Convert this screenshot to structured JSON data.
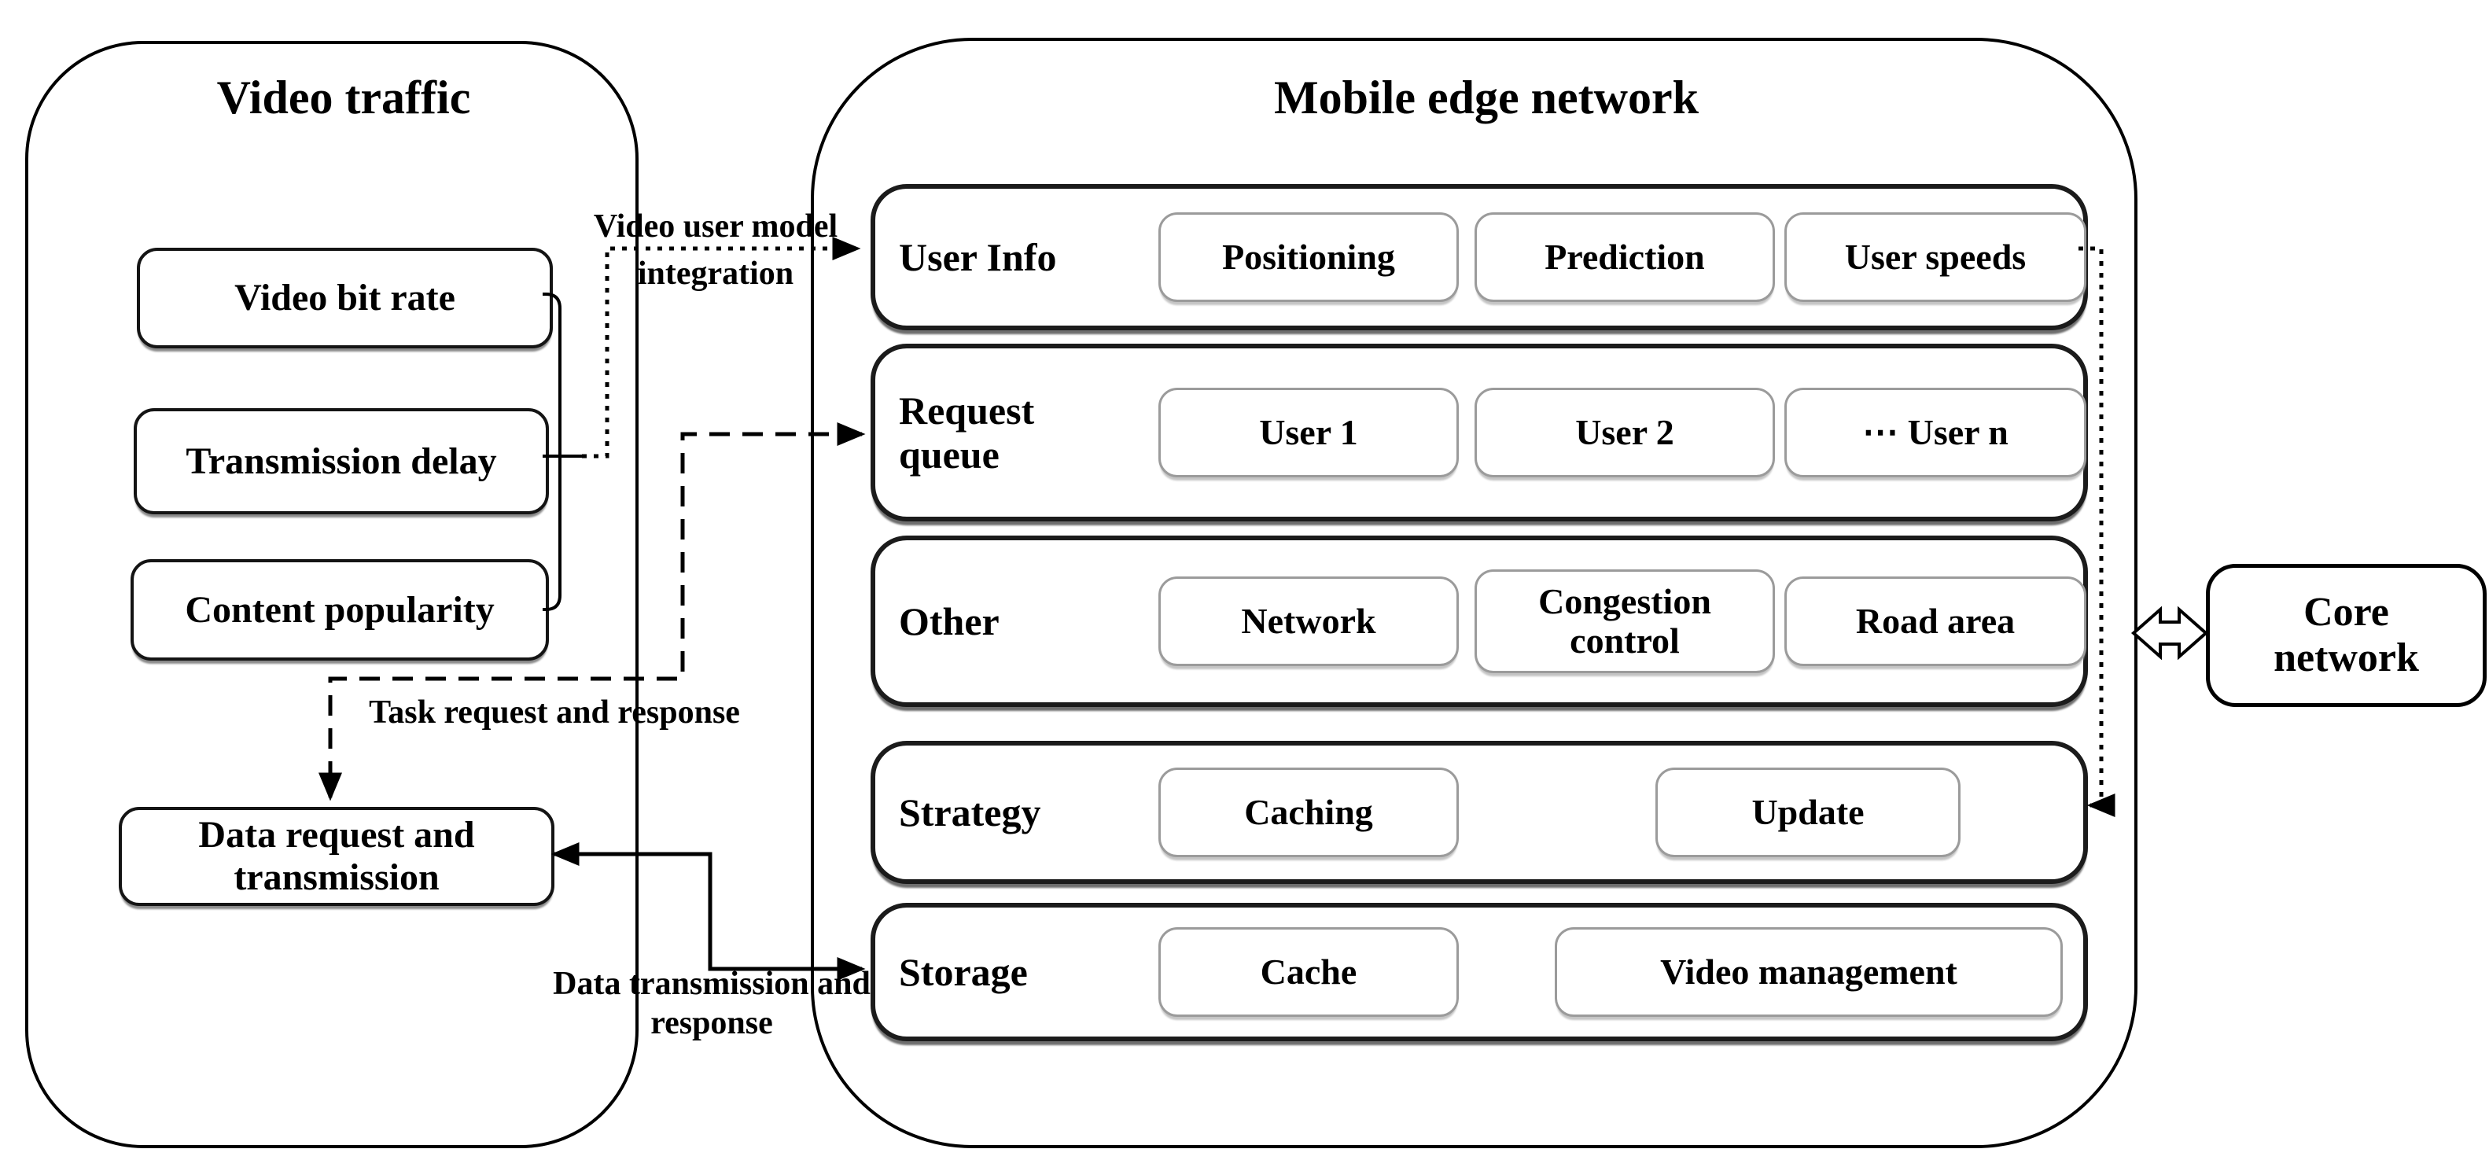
{
  "colors": {
    "ink": "#000000",
    "row_border": "#1b1b1b",
    "item_border": "#9b9b9b",
    "background": "#ffffff"
  },
  "video_traffic": {
    "title": "Video traffic",
    "boxes": {
      "video_bit_rate": "Video bit rate",
      "transmission_delay": "Transmission delay",
      "content_popularity": "Content popularity",
      "data_request": "Data request and transmission"
    }
  },
  "mobile_edge": {
    "title": "Mobile edge network",
    "rows": [
      {
        "label": "User Info",
        "items": [
          "Positioning",
          "Prediction",
          "User speeds"
        ]
      },
      {
        "label": "Request queue",
        "items": [
          "User 1",
          "User 2",
          "⋯ User n"
        ]
      },
      {
        "label": "Other",
        "items": [
          "Network",
          "Congestion control",
          "Road area"
        ]
      },
      {
        "label": "Strategy",
        "items": [
          "Caching",
          "Update"
        ]
      },
      {
        "label": "Storage",
        "items": [
          "Cache",
          "Video management"
        ]
      }
    ]
  },
  "core_network": {
    "title": "Core network"
  },
  "flow_labels": {
    "video_user_model": "Video user model integration",
    "task_request": "Task request and response",
    "data_transmission": "Data transmission and response"
  }
}
